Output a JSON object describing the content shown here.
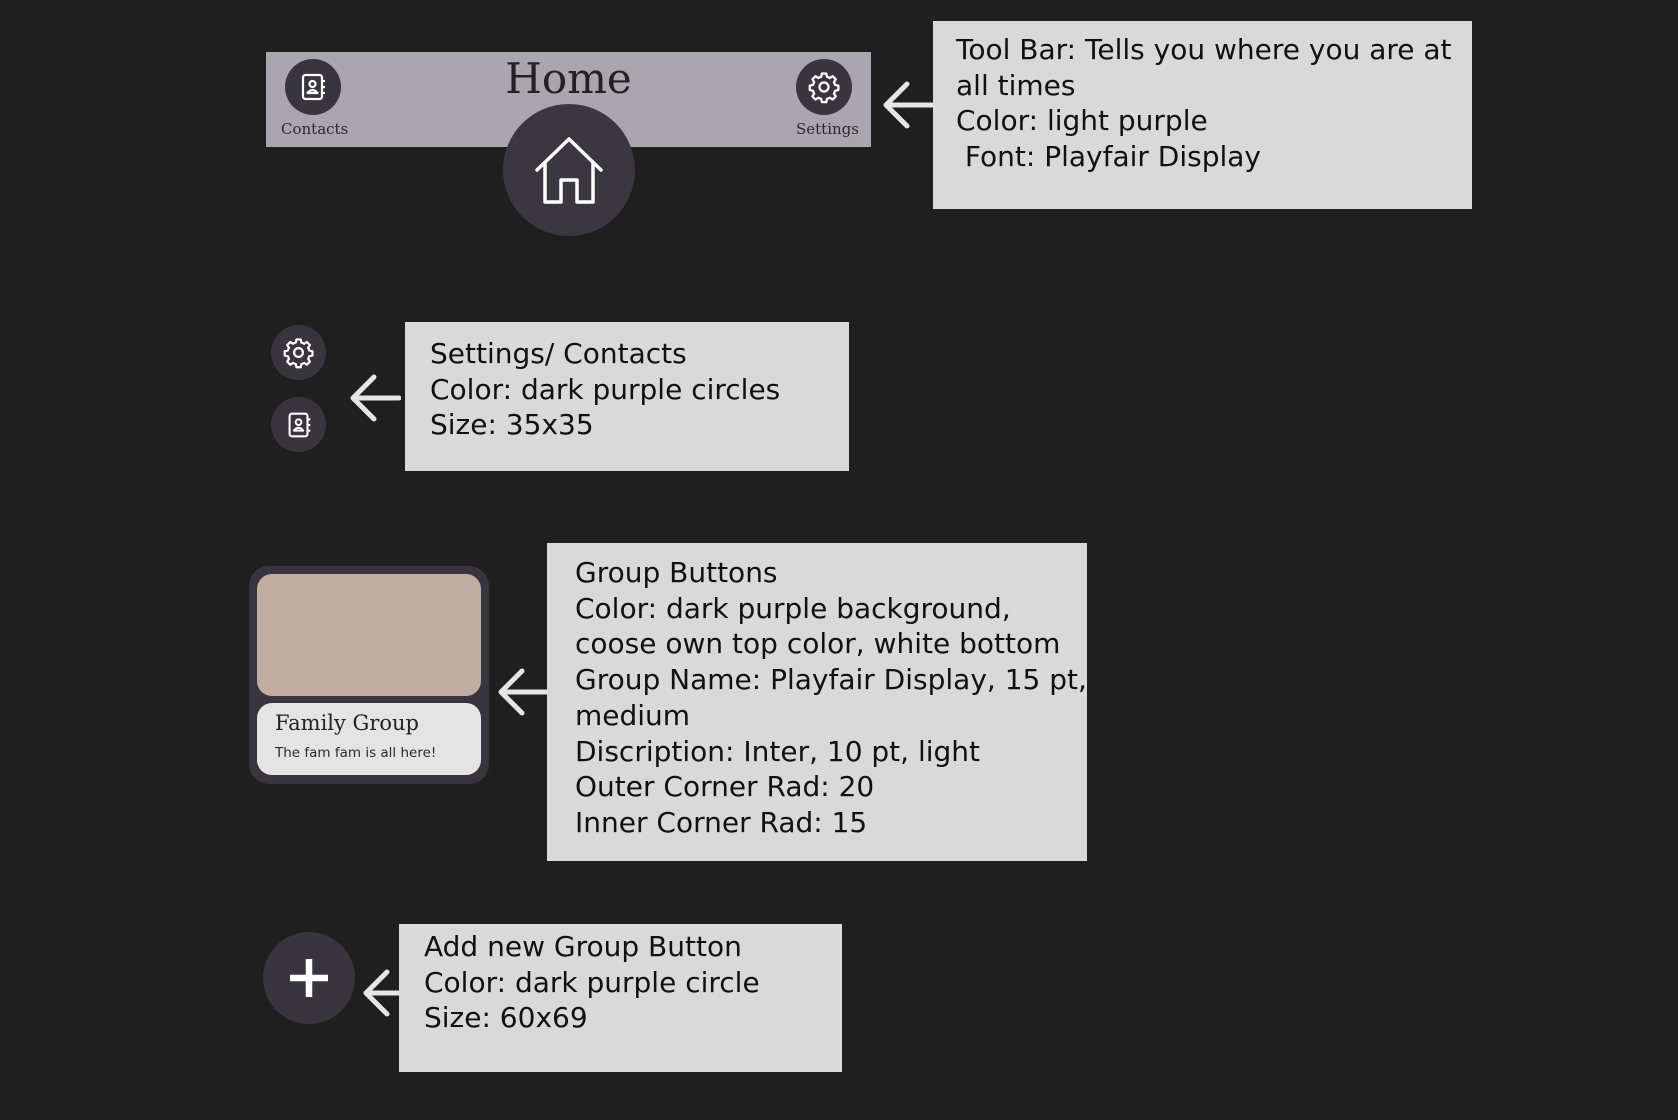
{
  "colors": {
    "background": "#1f1f1f",
    "toolbar": "#aaa6b0",
    "dark_purple": "#38353e",
    "annotation_box": "#d9d9d9",
    "group_top": "#c0aea5",
    "group_bottom": "#e4e4e4",
    "arrow": "#e6e6e6"
  },
  "toolbar": {
    "title": "Home",
    "contacts_label": "Contacts",
    "settings_label": "Settings",
    "contacts_icon": "contact-book-icon",
    "settings_icon": "gear-icon",
    "home_icon": "home-icon"
  },
  "notes": {
    "toolbar": {
      "lines": [
        "Tool Bar: Tells you where you are at",
        "all times",
        "Color: light purple",
        " Font: Playfair Display"
      ]
    },
    "settings_contacts": {
      "lines": [
        "Settings/ Contacts",
        "Color: dark purple circles",
        "Size: 35x35"
      ]
    },
    "group_buttons": {
      "lines": [
        "Group Buttons",
        "Color: dark purple background,",
        "coose own top color, white bottom",
        "Group Name: Playfair Display, 15 pt,",
        "medium",
        "Discription: Inter, 10 pt, light",
        "Outer Corner Rad: 20",
        "Inner Corner Rad: 15"
      ]
    },
    "add_group": {
      "lines": [
        "Add new Group Button",
        "Color: dark purple circle",
        "Size: 60x69"
      ]
    }
  },
  "examples": {
    "settings_icon": "gear-icon",
    "contacts_icon": "contact-book-icon"
  },
  "group_card": {
    "name": "Family Group",
    "description": "The fam fam is all here!"
  },
  "add_button": {
    "icon": "plus-icon"
  }
}
